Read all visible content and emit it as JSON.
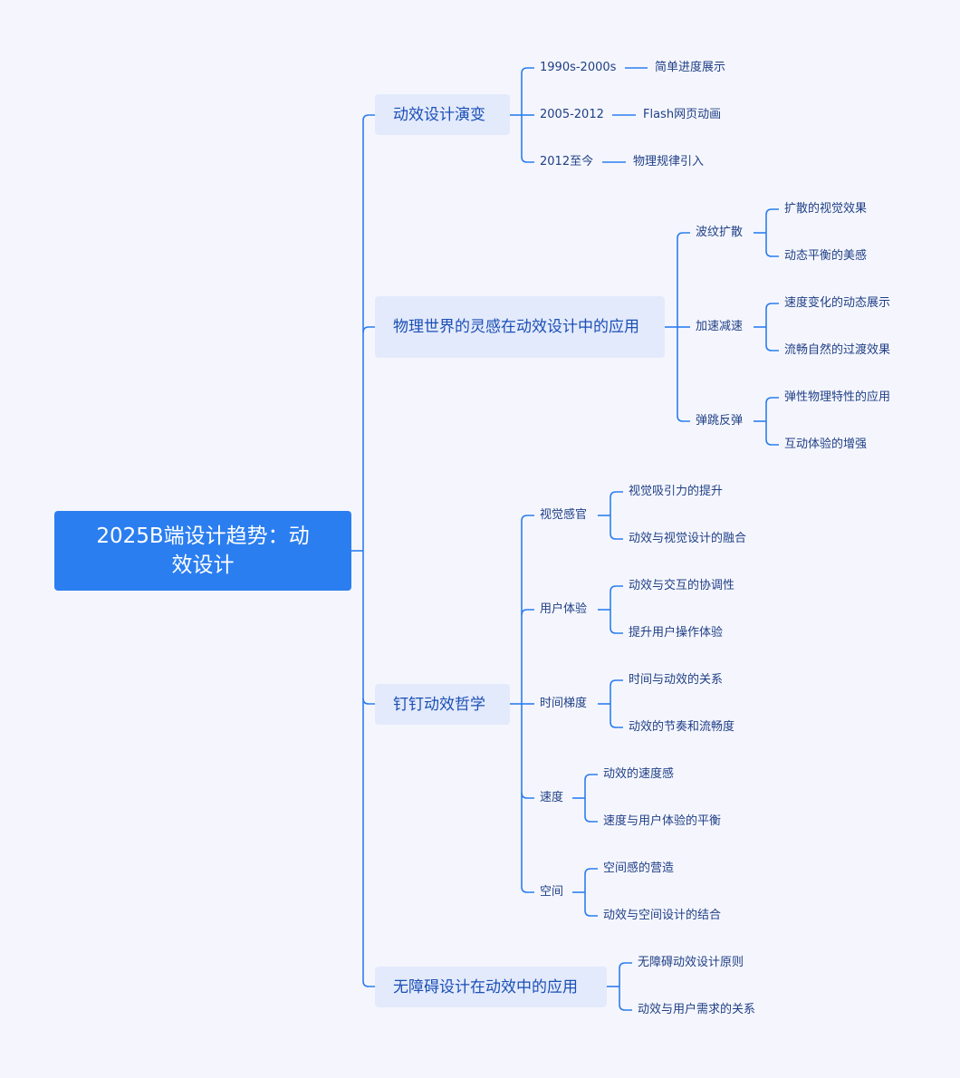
{
  "root": {
    "label": "2025B端设计趋势：动效设计"
  },
  "branches": [
    {
      "label": "动效设计演变",
      "children": [
        {
          "label": "1990s-2000s",
          "children": [
            {
              "label": "简单进度展示"
            }
          ]
        },
        {
          "label": "2005-2012",
          "children": [
            {
              "label": "Flash网页动画"
            }
          ]
        },
        {
          "label": "2012至今",
          "children": [
            {
              "label": "物理规律引入"
            }
          ]
        }
      ]
    },
    {
      "label": "物理世界的灵感在动效设计中的应用",
      "children": [
        {
          "label": "波纹扩散",
          "children": [
            {
              "label": "扩散的视觉效果"
            },
            {
              "label": "动态平衡的美感"
            }
          ]
        },
        {
          "label": "加速减速",
          "children": [
            {
              "label": "速度变化的动态展示"
            },
            {
              "label": "流畅自然的过渡效果"
            }
          ]
        },
        {
          "label": "弹跳反弹",
          "children": [
            {
              "label": "弹性物理特性的应用"
            },
            {
              "label": "互动体验的增强"
            }
          ]
        }
      ]
    },
    {
      "label": "钉钉动效哲学",
      "children": [
        {
          "label": "视觉感官",
          "children": [
            {
              "label": "视觉吸引力的提升"
            },
            {
              "label": "动效与视觉设计的融合"
            }
          ]
        },
        {
          "label": "用户体验",
          "children": [
            {
              "label": "动效与交互的协调性"
            },
            {
              "label": "提升用户操作体验"
            }
          ]
        },
        {
          "label": "时间梯度",
          "children": [
            {
              "label": "时间与动效的关系"
            },
            {
              "label": "动效的节奏和流畅度"
            }
          ]
        },
        {
          "label": "速度",
          "children": [
            {
              "label": "动效的速度感"
            },
            {
              "label": "速度与用户体验的平衡"
            }
          ]
        },
        {
          "label": "空间",
          "children": [
            {
              "label": "空间感的营造"
            },
            {
              "label": "动效与空间设计的结合"
            }
          ]
        }
      ]
    },
    {
      "label": "无障碍设计在动效中的应用",
      "children": [
        {
          "label": "无障碍动效设计原则"
        },
        {
          "label": "动效与用户需求的关系"
        }
      ]
    }
  ],
  "colors": {
    "background": "#f5f6fd",
    "root_fill": "#2b7ef0",
    "branch_fill": "#e3eafc",
    "connector": "#2b7ef0",
    "text": "#1f3f86"
  }
}
